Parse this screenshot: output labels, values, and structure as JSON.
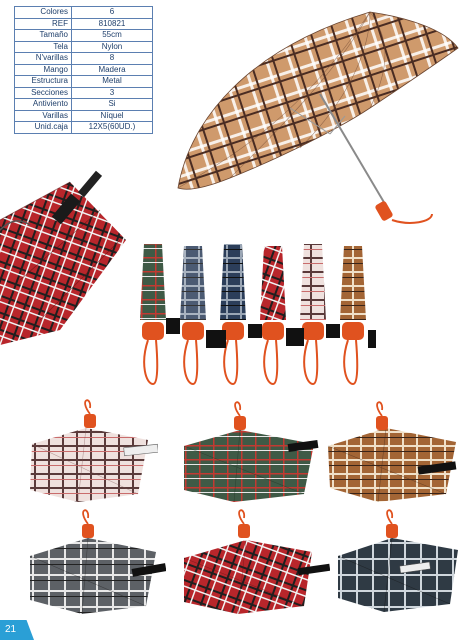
{
  "specs": [
    {
      "label": "Colores",
      "value": "6"
    },
    {
      "label": "REF",
      "value": "810821"
    },
    {
      "label": "Tamaño",
      "value": "55cm"
    },
    {
      "label": "Tela",
      "value": "Nylon"
    },
    {
      "label": "N'varillas",
      "value": "8"
    },
    {
      "label": "Mango",
      "value": "Madera"
    },
    {
      "label": "Estructura",
      "value": "Metal"
    },
    {
      "label": "Secciones",
      "value": "3"
    },
    {
      "label": "Antiviento",
      "value": "Si"
    },
    {
      "label": "Varillas",
      "value": "Níquel"
    },
    {
      "label": "Unid.caja",
      "value": "12X5(60UD.)"
    }
  ],
  "page_number": "21",
  "colors": {
    "tan": "#c8905f",
    "red": "#b8262b",
    "green": "#3f5a46",
    "navy": "#2c3e5a",
    "pink": "#e6c8c6",
    "brown": "#a36535",
    "grey": "#595c60",
    "handle": "#e0521f"
  }
}
